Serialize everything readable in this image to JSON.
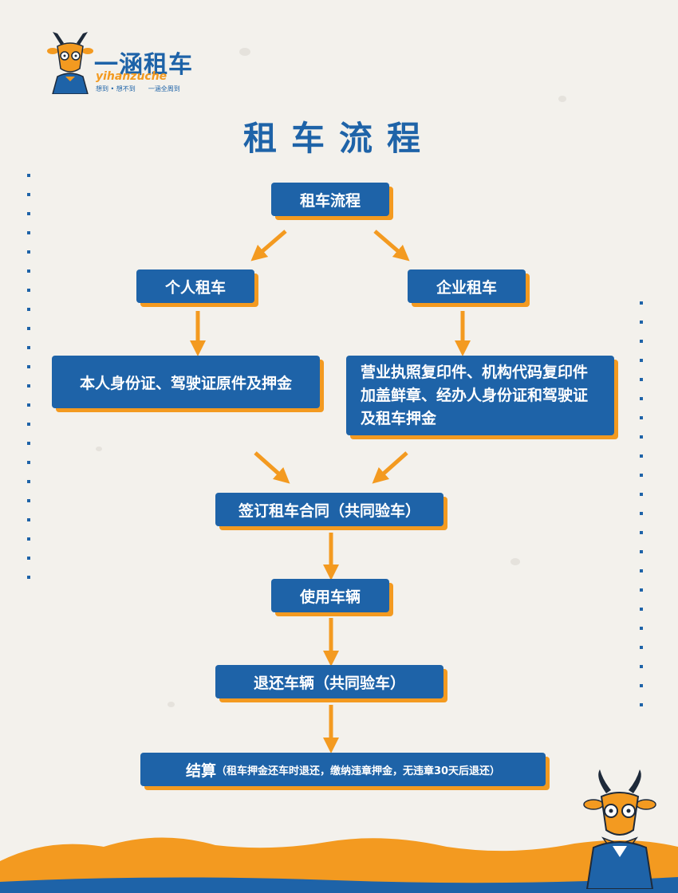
{
  "brand": {
    "name": "一涵租车",
    "pinyin": "yihanzuche",
    "slogan": "想到 • 想不到　　一涵全周到"
  },
  "page_title": "租车流程",
  "flow": {
    "root": "租车流程",
    "personal": "个人租车",
    "enterprise": "企业租车",
    "personal_docs": "本人身份证、驾驶证原件及押金",
    "enterprise_docs": "营业执照复印件、机构代码复印件加盖鲜章、经办人身份证和驾驶证及租车押金",
    "sign_contract": "签订租车合同（共同验车）",
    "use_vehicle": "使用车辆",
    "return_vehicle": "退还车辆（共同验车）",
    "settle_label": "结算",
    "settle_note": "（租车押金还车时退还，缴纳违章押金，无违章30天后退还）"
  },
  "colors": {
    "primary_blue": "#1e63a8",
    "accent_orange": "#f39a20",
    "background": "#f3f1ec"
  }
}
